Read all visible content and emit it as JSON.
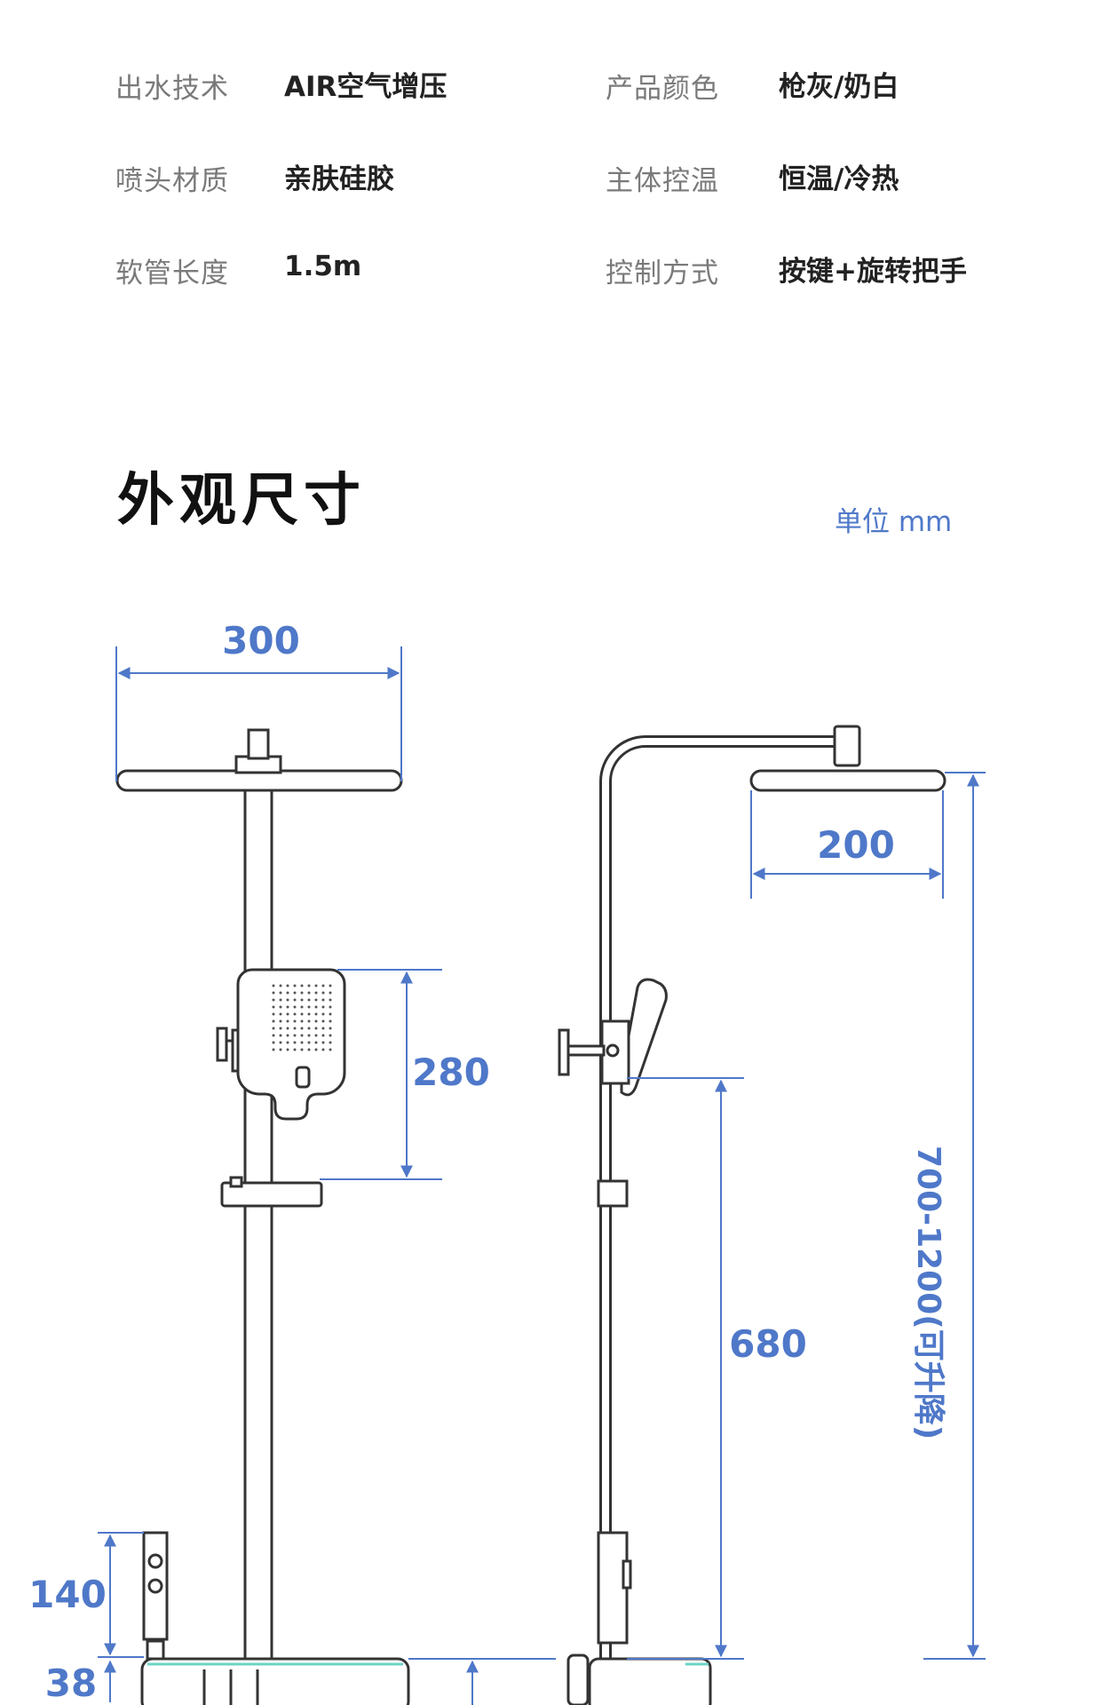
{
  "specs": [
    {
      "label": "出水技术",
      "value": "AIR空气增压"
    },
    {
      "label": "产品颜色",
      "value": "枪灰/奶白"
    },
    {
      "label": "喷头材质",
      "value": "亲肤硅胶"
    },
    {
      "label": "主体控温",
      "value": "恒温/冷热"
    },
    {
      "label": "软管长度",
      "value": "1.5m"
    },
    {
      "label": "控制方式",
      "value": "按键+旋转把手"
    }
  ],
  "section": {
    "title": "外观尺寸",
    "unit": "单位 mm"
  },
  "dimensions": {
    "top_shower_width": "300",
    "top_shower_depth": "200",
    "hand_shower_length": "280",
    "bracket_height": "680",
    "adjustable_height": "700-1200(可升降)",
    "handle_height": "140",
    "base_height": "38"
  },
  "colors": {
    "dimension": "#4f78c9",
    "outline": "#333333",
    "label": "#7a7a7a",
    "value": "#222222"
  }
}
